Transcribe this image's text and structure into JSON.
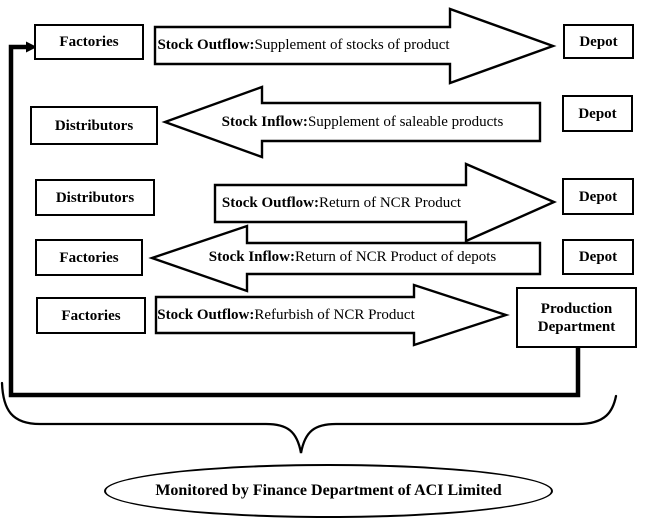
{
  "diagram": {
    "rows": [
      {
        "source": "Factories",
        "direction": "right",
        "label_bold": "Stock Outflow:",
        "label_rest": " Supplement of stocks of product",
        "target": "Depot"
      },
      {
        "source": "Distributors",
        "direction": "left",
        "label_bold": "Stock Inflow:",
        "label_rest": " Supplement of saleable products",
        "target": "Depot"
      },
      {
        "source": "Distributors",
        "direction": "right",
        "label_bold": "Stock Outflow:",
        "label_rest": " Return of NCR Product",
        "target": "Depot"
      },
      {
        "source": "Factories",
        "direction": "left",
        "label_bold": "Stock Inflow:",
        "label_rest": " Return of NCR Product of depots",
        "target": "Depot"
      },
      {
        "source": "Factories",
        "direction": "right",
        "label_bold": "Stock Outflow:",
        "label_rest": " Refurbish of NCR Product",
        "target": "Production Department"
      }
    ],
    "monitor_note": "Monitored by Finance Department of ACI Limited",
    "colors": {
      "ink": "#000000",
      "paper": "#ffffff"
    }
  }
}
